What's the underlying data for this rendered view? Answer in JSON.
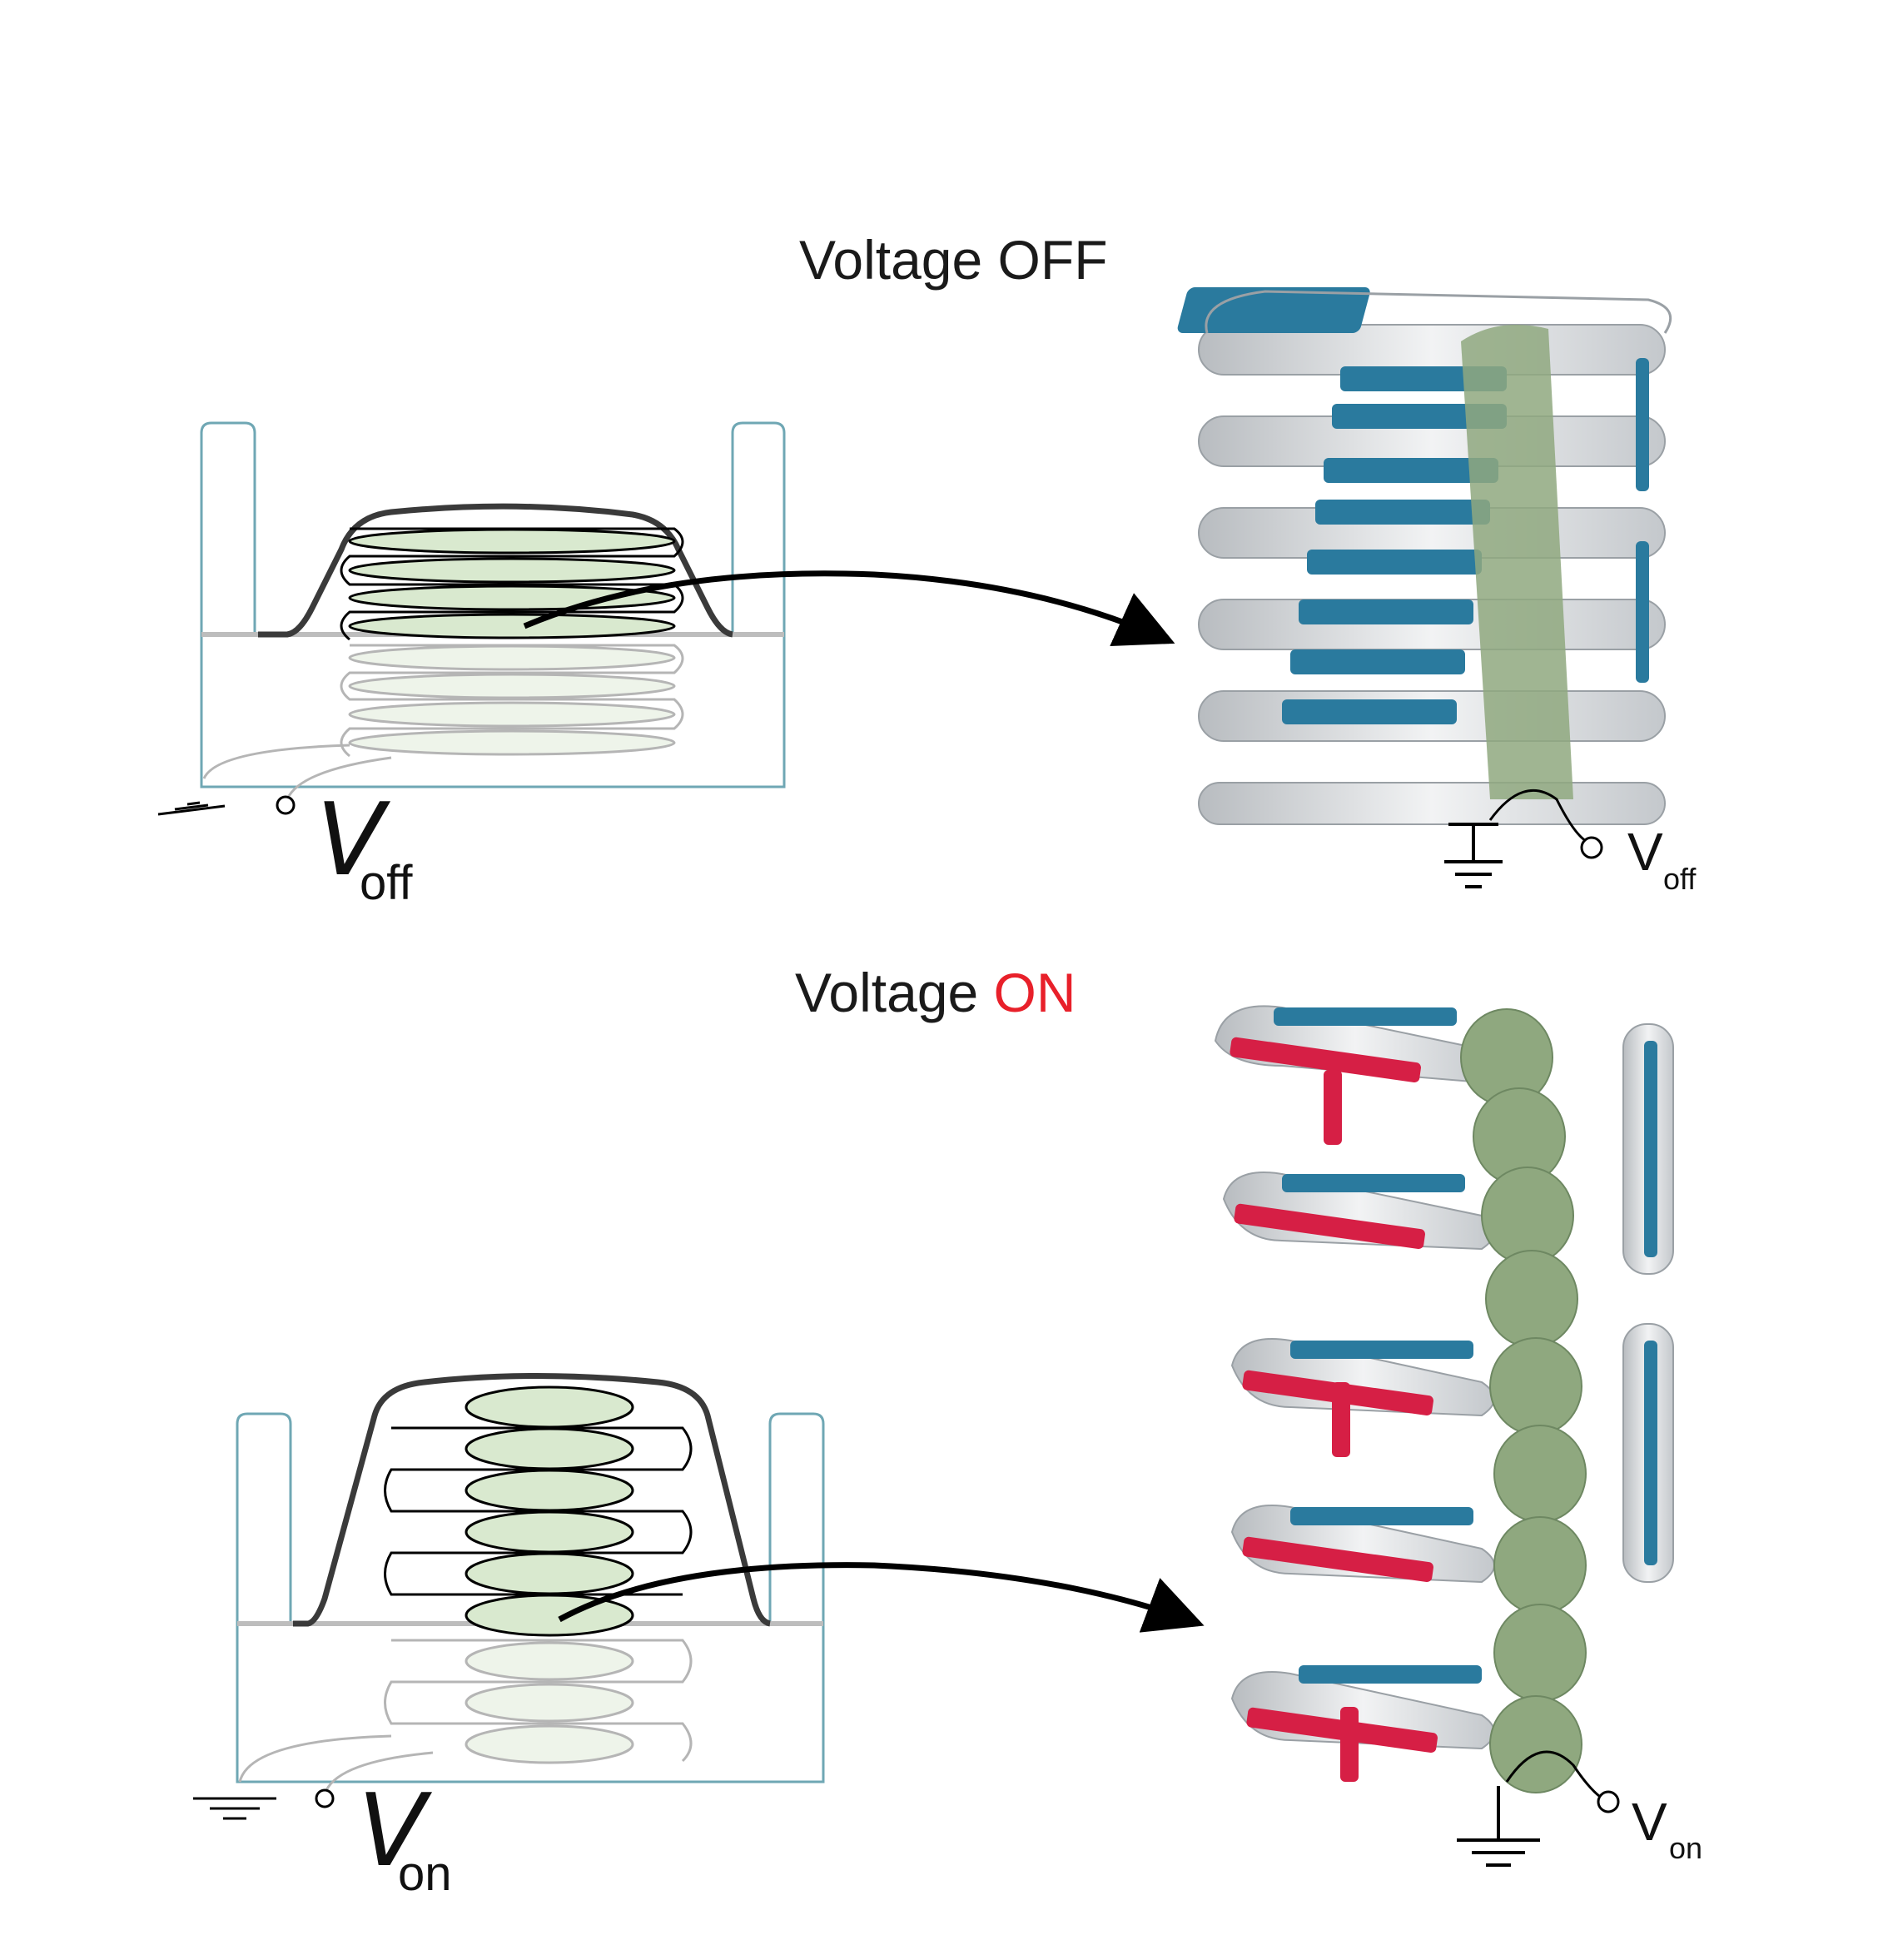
{
  "panels": {
    "off": {
      "title_prefix": "Voltage ",
      "title_state": "OFF",
      "title_state_color": "#1a1a1a",
      "schematic_label_main": "V",
      "schematic_label_sub": "off",
      "model_label_main": "V",
      "model_label_sub": "off"
    },
    "on": {
      "title_prefix": "Voltage ",
      "title_state": "ON",
      "title_state_color": "#e8202a",
      "schematic_label_main": "V",
      "schematic_label_sub": "on",
      "model_label_main": "V",
      "model_label_sub": "on"
    }
  },
  "colors": {
    "container_outline": "#6fa7b4",
    "electrolyte_fill": "#d9e9cf",
    "film_dark": "#3a3a3a",
    "film_light": "#bdbdbd",
    "electrode_blue": "#2a7a9e",
    "electrode_red": "#d61f45",
    "pouch_green": "#8fa87f",
    "ribbon_grey": "#e6e8ea"
  },
  "icons": [
    "ground-symbol-icon",
    "terminal-circle-icon",
    "arrow-icon"
  ]
}
